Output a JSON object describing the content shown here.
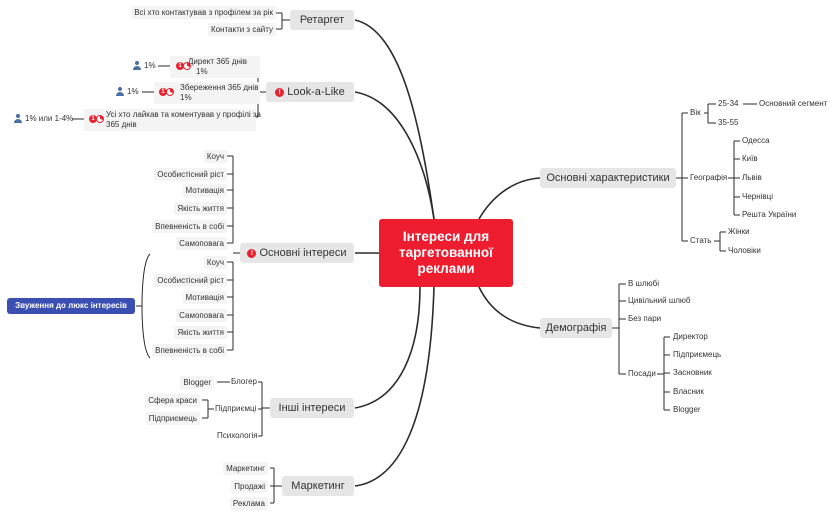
{
  "center": {
    "line1": "Інтереси для",
    "line2": "таргетованної",
    "line3": "реклами"
  },
  "retarget": {
    "title": "Ретаргет",
    "items": [
      "Всі хто контактував з профілем за рік",
      "Контакти з сайту"
    ]
  },
  "lookalike": {
    "title": "Look-a-Like",
    "badge": "!",
    "items": [
      {
        "text1": "Директ 365 днів",
        "text2": "1%",
        "pct": "1%"
      },
      {
        "text1": "Збереження 365 днів",
        "text2": "1%",
        "pct": "1%"
      },
      {
        "text1": "Усі хто лайкав та коментував у профілі за",
        "text2": "365 днів",
        "pct": "1% или 1-4%"
      }
    ],
    "icons": {
      "priority": "priority-1-icon",
      "progress": "progress-pie-icon",
      "person": "person-icon"
    }
  },
  "interests": {
    "title": "Основні інтереси",
    "badge": "!",
    "top": [
      "Коуч",
      "Особистісний ріст",
      "Мотивація",
      "Якість життя",
      "Впевненість в собі",
      "Самоповага"
    ],
    "bottom": [
      "Коуч",
      "Особистісний ріст",
      "Мотивація",
      "Самоповага",
      "Якість життя",
      "Впевненість в собі"
    ],
    "summary": "Звуження до люкс інтересів"
  },
  "other": {
    "title": "Інші інтереси",
    "blogger": {
      "label": "Блогер",
      "child": "Blogger"
    },
    "business": {
      "label": "Підприємці",
      "children": [
        "Сфера краси",
        "Підприємець"
      ]
    },
    "psych": "Психологія"
  },
  "marketing": {
    "title": "Маркетинг",
    "items": [
      "Маркетинг",
      "Продажі",
      "Реклама"
    ]
  },
  "main_chars": {
    "title": "Основні характеристики",
    "age": {
      "label": "Вік",
      "ranges": [
        "25-34",
        "35-55"
      ],
      "segment": "Основний сегмент"
    },
    "geo": {
      "label": "Географія",
      "items": [
        "Одесса",
        "Київ",
        "Львів",
        "Чернівці",
        "Решта України"
      ]
    },
    "sex": {
      "label": "Стать",
      "items": [
        "Жінки",
        "Чоловіки"
      ]
    }
  },
  "demography": {
    "title": "Демографія",
    "items": [
      "В шлюбі",
      "Цивільний шлюб",
      "Без пари"
    ],
    "posady": {
      "label": "Посади",
      "items": [
        "Директор",
        "Підприємець",
        "Засновник",
        "Власник",
        "Blogger"
      ]
    }
  },
  "colors": {
    "center": "#ee1c2f",
    "summary": "#3b4fb3",
    "line": "#222222"
  }
}
